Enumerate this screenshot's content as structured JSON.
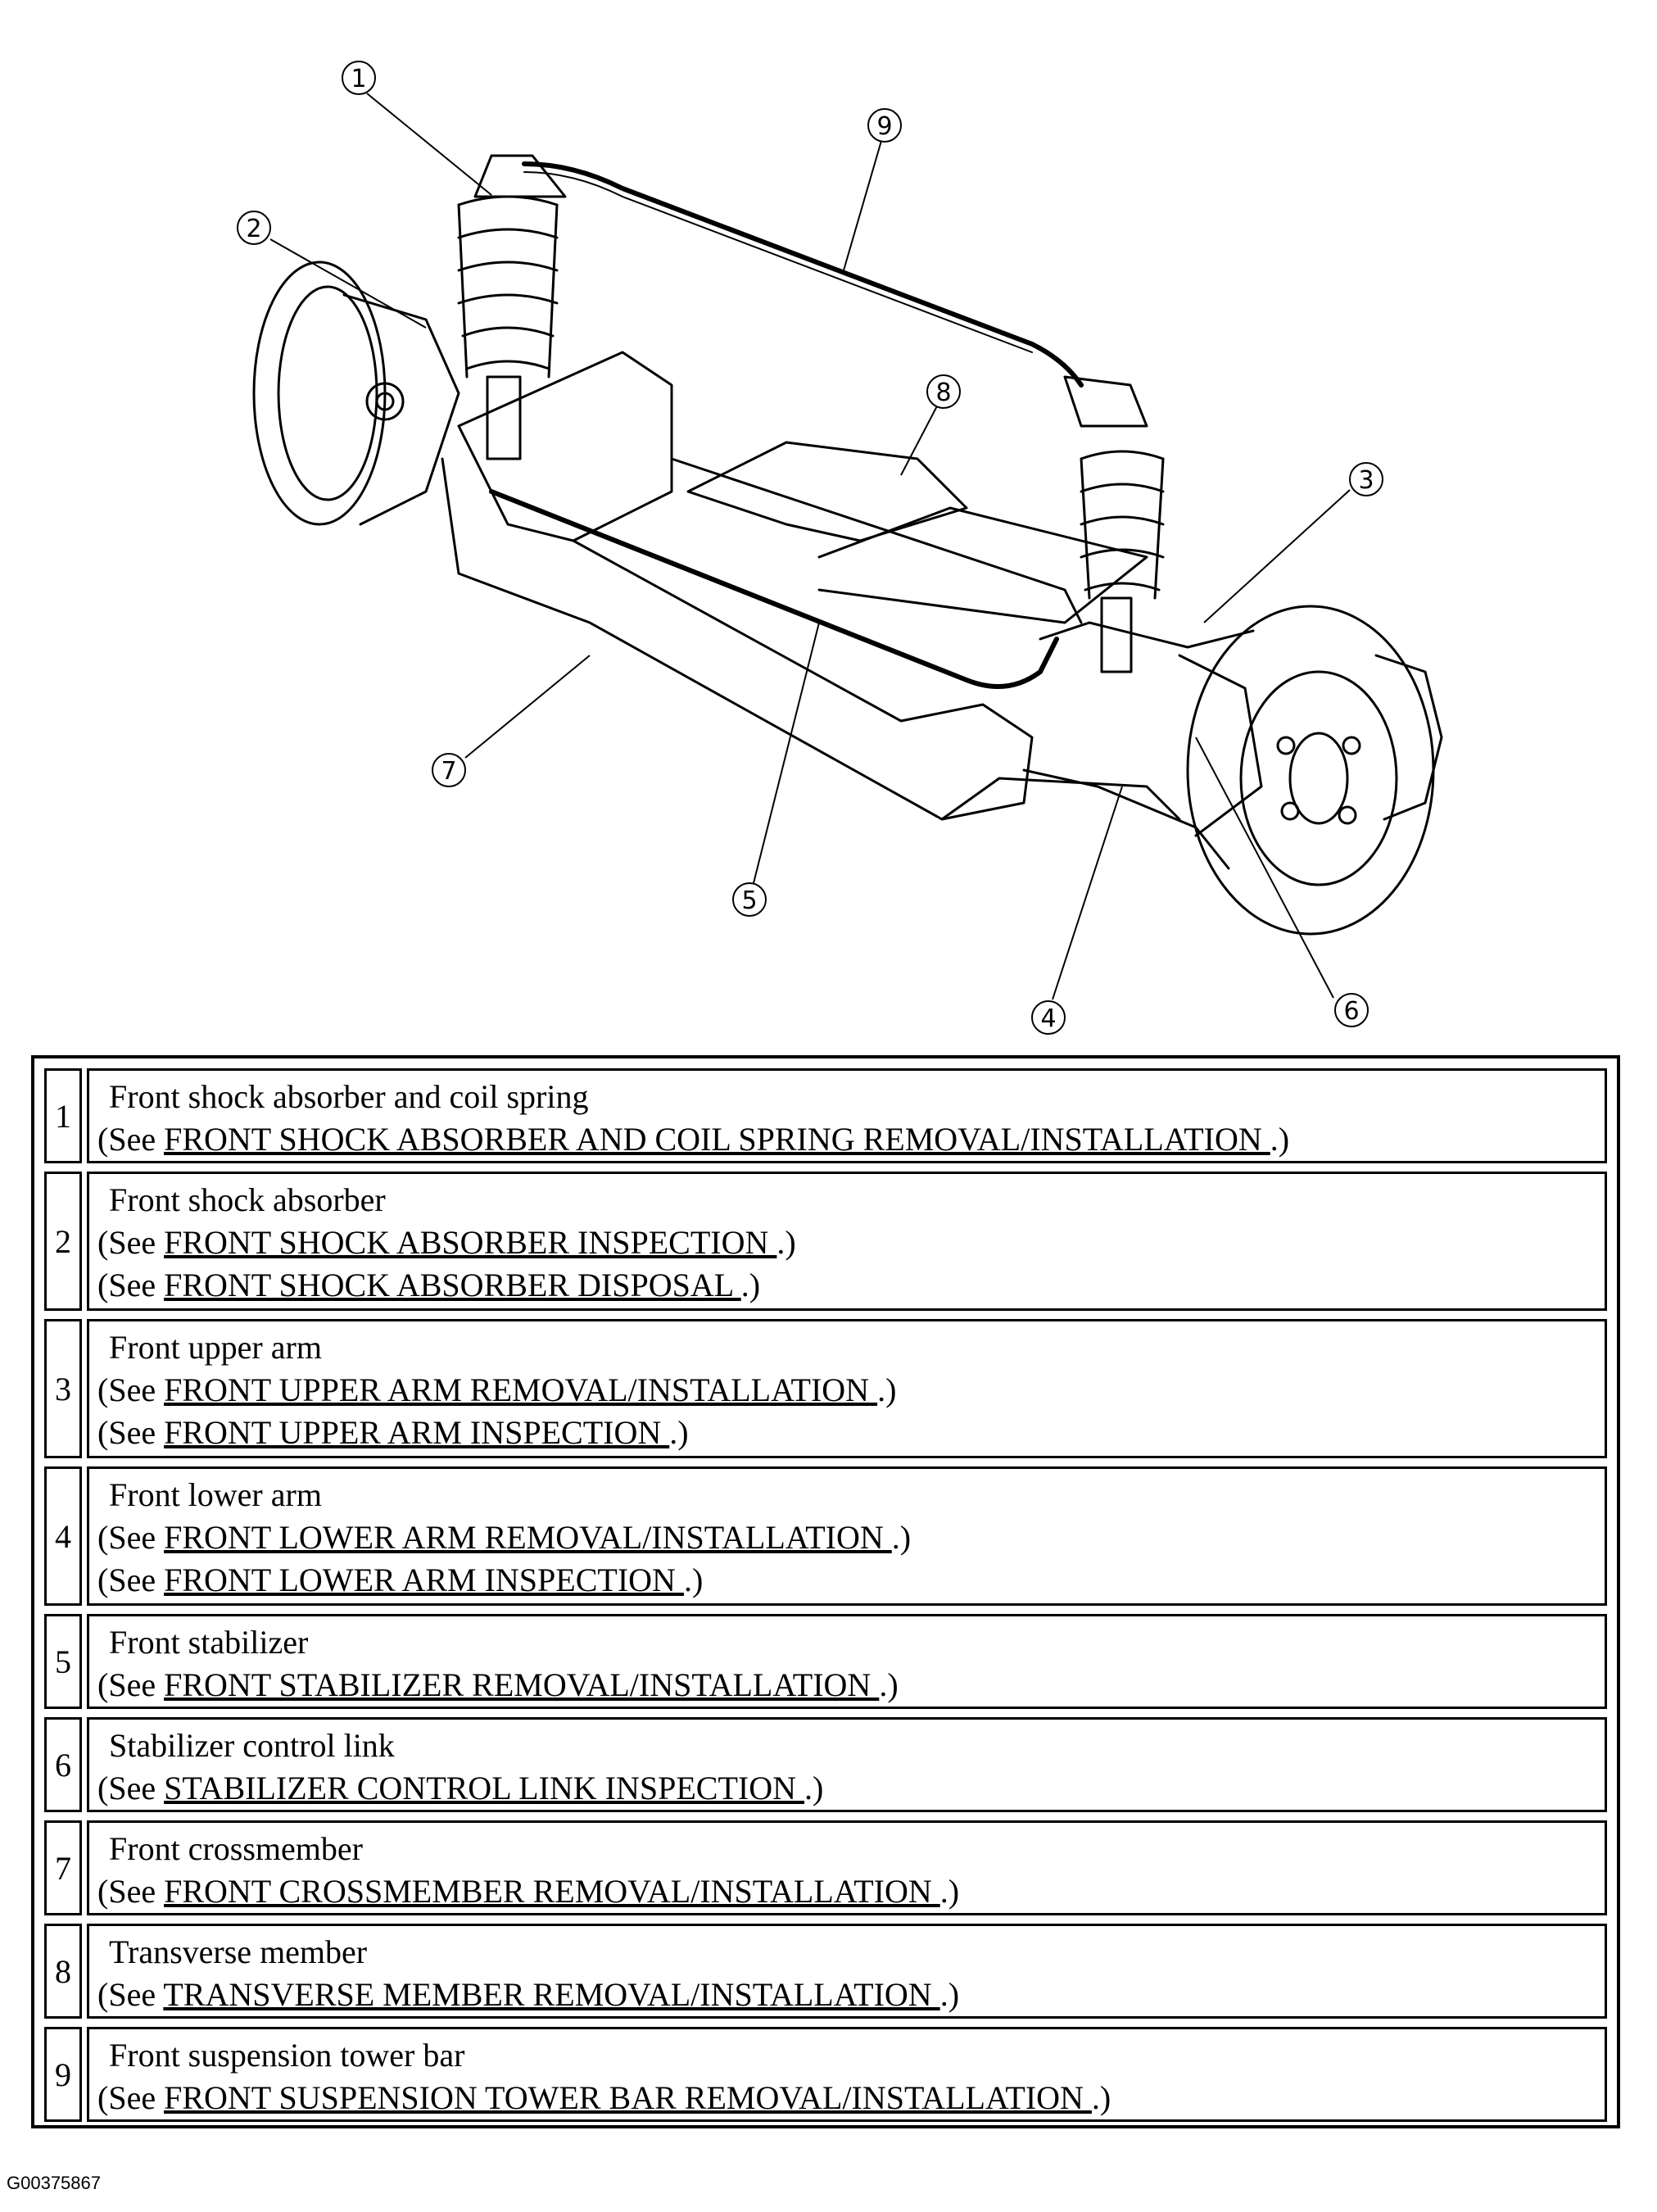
{
  "callouts": [
    "1",
    "2",
    "3",
    "4",
    "5",
    "6",
    "7",
    "8",
    "9"
  ],
  "figure_id": "G00375867",
  "parts": [
    {
      "num": "1",
      "name": "Front shock absorber and coil spring",
      "refs": [
        {
          "pre": "(See ",
          "link": "FRONT SHOCK ABSORBER AND COIL SPRING REMOVAL/INSTALLATION ",
          "post": ".)"
        }
      ]
    },
    {
      "num": "2",
      "name": "Front shock absorber",
      "refs": [
        {
          "pre": "(See ",
          "link": "FRONT SHOCK ABSORBER INSPECTION ",
          "post": ".)"
        },
        {
          "pre": "(See ",
          "link": "FRONT SHOCK ABSORBER DISPOSAL ",
          "post": ".)"
        }
      ]
    },
    {
      "num": "3",
      "name": "Front upper arm",
      "refs": [
        {
          "pre": "(See ",
          "link": "FRONT UPPER ARM REMOVAL/INSTALLATION ",
          "post": ".)"
        },
        {
          "pre": "(See ",
          "link": "FRONT UPPER ARM INSPECTION ",
          "post": ".)"
        }
      ]
    },
    {
      "num": "4",
      "name": "Front lower arm",
      "refs": [
        {
          "pre": "(See ",
          "link": "FRONT LOWER ARM REMOVAL/INSTALLATION ",
          "post": ".)"
        },
        {
          "pre": "(See ",
          "link": "FRONT LOWER ARM INSPECTION ",
          "post": ".)"
        }
      ]
    },
    {
      "num": "5",
      "name": "Front stabilizer",
      "refs": [
        {
          "pre": "(See ",
          "link": "FRONT STABILIZER REMOVAL/INSTALLATION ",
          "post": ".)"
        }
      ]
    },
    {
      "num": "6",
      "name": "Stabilizer control link",
      "refs": [
        {
          "pre": "(See ",
          "link": "STABILIZER CONTROL LINK INSPECTION ",
          "post": ".)"
        }
      ]
    },
    {
      "num": "7",
      "name": "Front crossmember",
      "refs": [
        {
          "pre": "(See ",
          "link": "FRONT CROSSMEMBER REMOVAL/INSTALLATION ",
          "post": ".)"
        }
      ]
    },
    {
      "num": "8",
      "name": "Transverse member",
      "refs": [
        {
          "pre": "(See ",
          "link": "TRANSVERSE MEMBER REMOVAL/INSTALLATION ",
          "post": ".)"
        }
      ]
    },
    {
      "num": "9",
      "name": "Front suspension tower bar",
      "refs": [
        {
          "pre": "(See ",
          "link": "FRONT SUSPENSION TOWER BAR REMOVAL/INSTALLATION ",
          "post": ".)"
        }
      ]
    }
  ]
}
